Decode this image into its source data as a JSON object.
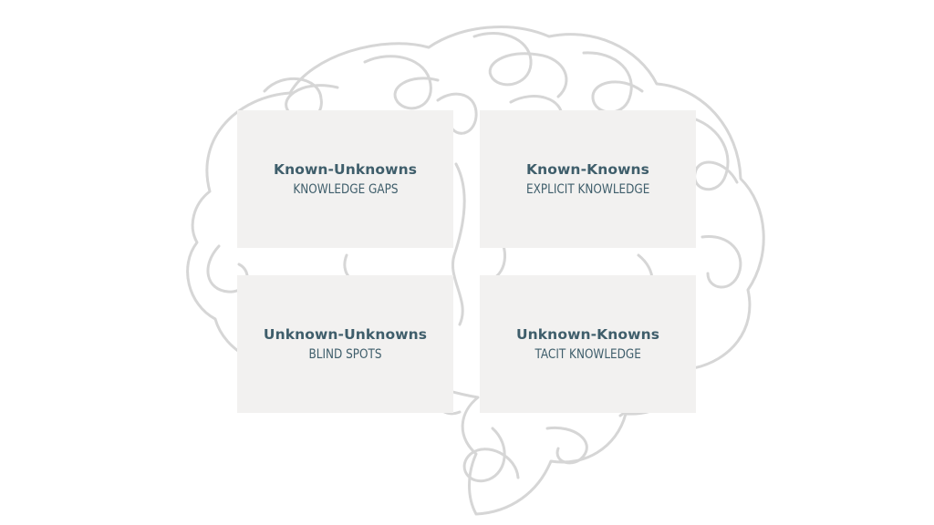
{
  "quadrants": {
    "top_left": {
      "title": "Known-Unknowns",
      "subtitle": "KNOWLEDGE GAPS"
    },
    "top_right": {
      "title": "Known-Knowns",
      "subtitle": "EXPLICIT KNOWLEDGE"
    },
    "bottom_left": {
      "title": "Unknown-Unknowns",
      "subtitle": "BLIND SPOTS"
    },
    "bottom_right": {
      "title": "Unknown-Knowns",
      "subtitle": "TACIT KNOWLEDGE"
    }
  },
  "colors": {
    "card_background": "#f2f1f0",
    "text": "#3f5e6b",
    "brain_line": "#d6d6d6"
  }
}
